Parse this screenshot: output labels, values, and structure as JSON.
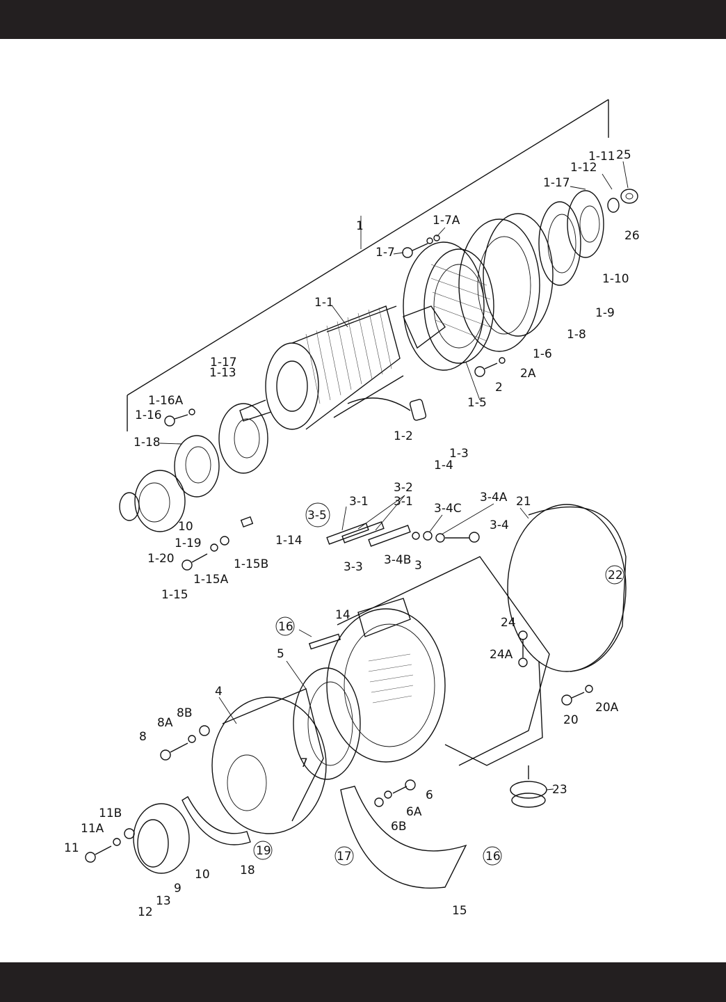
{
  "callouts": {
    "c1": "1",
    "c1_1": "1-1",
    "c1_2": "1-2",
    "c1_3": "1-3",
    "c1_4": "1-4",
    "c1_5": "1-5",
    "c1_6": "1-6",
    "c1_7": "1-7",
    "c1_7a": "1-7A",
    "c1_8": "1-8",
    "c1_9": "1-9",
    "c1_10": "1-10",
    "c1_11": "1-11",
    "c1_12": "1-12",
    "c1_13": "1-13",
    "c1_14": "1-14",
    "c1_15": "1-15",
    "c1_15a": "1-15A",
    "c1_15b": "1-15B",
    "c1_16": "1-16",
    "c1_16a": "1-16A",
    "c1_17a": "1-17",
    "c1_17b": "1-17",
    "c1_18": "1-18",
    "c1_19": "1-19",
    "c1_20": "1-20",
    "c2": "2",
    "c2a": "2A",
    "c3": "3",
    "c3_1a": "3-1",
    "c3_1b": "3-1",
    "c3_2": "3-2",
    "c3_3": "3-3",
    "c3_4": "3-4",
    "c3_4a": "3-4A",
    "c3_4b": "3-4B",
    "c3_4c": "3-4C",
    "c3_5": "3-5",
    "c4": "4",
    "c5": "5",
    "c6": "6",
    "c6a": "6A",
    "c6b": "6B",
    "c7": "7",
    "c8": "8",
    "c8a": "8A",
    "c8b": "8B",
    "c9": "9",
    "c10a": "10",
    "c10b": "10",
    "c11": "11",
    "c11a": "11A",
    "c11b": "11B",
    "c12": "12",
    "c13": "13",
    "c14": "14",
    "c15": "15",
    "c16a": "16",
    "c16b": "16",
    "c17": "17",
    "c18": "18",
    "c19": "19",
    "c20": "20",
    "c20a": "20A",
    "c21": "21",
    "c22": "22",
    "c23": "23",
    "c24": "24",
    "c24a": "24A",
    "c25": "25",
    "c26": "26"
  }
}
